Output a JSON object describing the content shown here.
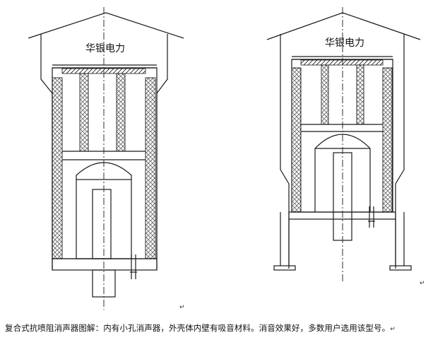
{
  "left_diagram": {
    "label": "华银电力"
  },
  "right_diagram": {
    "label": "华银电力"
  },
  "paragraph_marks": [
    "↵",
    "↵",
    "↵"
  ],
  "caption": "复合式抗喷阻消声器图解：内有小孔消声器，外壳体内壁有吸音材料。消音效果好，多数用户选用该型号。"
}
